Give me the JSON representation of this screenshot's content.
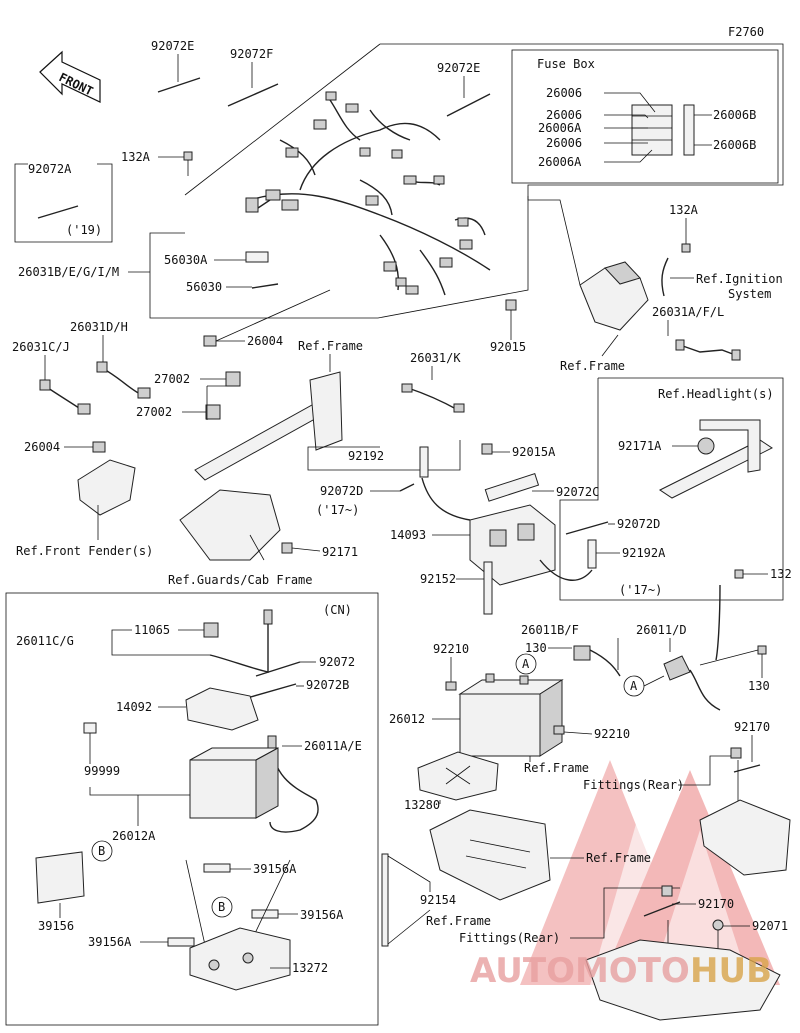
{
  "diagram_code": "F2760",
  "front_label": "FRONT",
  "fuse_box": {
    "title": "Fuse Box",
    "left_labels": [
      "26006",
      "26006",
      "26006A",
      "26006",
      "26006A"
    ],
    "right_labels": [
      "26006B",
      "26006B"
    ]
  },
  "labels": {
    "l92072E_a": "92072E",
    "l92072F": "92072F",
    "l92072E_b": "92072E",
    "l132A_a": "132A",
    "l92072A": "92072A",
    "y19": "('19)",
    "l26031BEGIM": "26031B/E/G/I/M",
    "l56030A": "56030A",
    "l56030": "56030",
    "l26004_a": "26004",
    "l132A_b": "132A",
    "ref_ignition_1": "Ref.Ignition",
    "ref_ignition_2": "System",
    "l92015": "92015",
    "l26031AFL": "26031A/F/L",
    "ref_frame_a": "Ref.Frame",
    "l26031DH": "26031D/H",
    "l26031CJ": "26031C/J",
    "ref_frame_b": "Ref.Frame",
    "l26031K": "26031/K",
    "l27002_a": "27002",
    "l27002_b": "27002",
    "ref_headlight": "Ref.Headlight(s)",
    "l26004_b": "26004",
    "l92192": "92192",
    "l92015A": "92015A",
    "l92171A": "92171A",
    "l92072D_a": "92072D",
    "y17_a": "('17~)",
    "l92072C": "92072C",
    "l14093": "14093",
    "l92072D_b": "92072D",
    "ref_front_fender": "Ref.Front Fender(s)",
    "l92171": "92171",
    "l92192A": "92192A",
    "ref_guards": "Ref.Guards/Cab Frame",
    "l92152": "92152",
    "y17_b": "('17~)",
    "l132": "132",
    "cn": "(CN)",
    "l11065": "11065",
    "l26011CG": "26011C/G",
    "l92072": "92072",
    "l92072B": "92072B",
    "l14092": "14092",
    "l26011AE": "26011A/E",
    "l99999": "99999",
    "l26012A": "26012A",
    "l39156": "39156",
    "l39156A_a": "39156A",
    "l39156A_b": "39156A",
    "l39156A_c": "39156A",
    "l13272": "13272",
    "l26011BF": "26011B/F",
    "l26011D": "26011/D",
    "l92210_a": "92210",
    "l130_a": "130",
    "l130_b": "130",
    "l26012": "26012",
    "l92210_b": "92210",
    "l92170_a": "92170",
    "ref_frame_c": "Ref.Frame",
    "ref_fittings_rear_a": "Fittings(Rear)",
    "l13280": "13280",
    "ref_frame_d": "Ref.Frame",
    "l92154": "92154",
    "ref_frame_e": "Ref.Frame",
    "ref_fittings_rear_b": "Fittings(Rear)",
    "l92170_b": "92170",
    "l92071": "92071",
    "circle_A": "A",
    "circle_B": "B"
  },
  "watermark": {
    "part1": "AUTOMOTO",
    "part2": "HUB",
    "color1": "#e8a0a0",
    "color2": "#d9a44a"
  }
}
